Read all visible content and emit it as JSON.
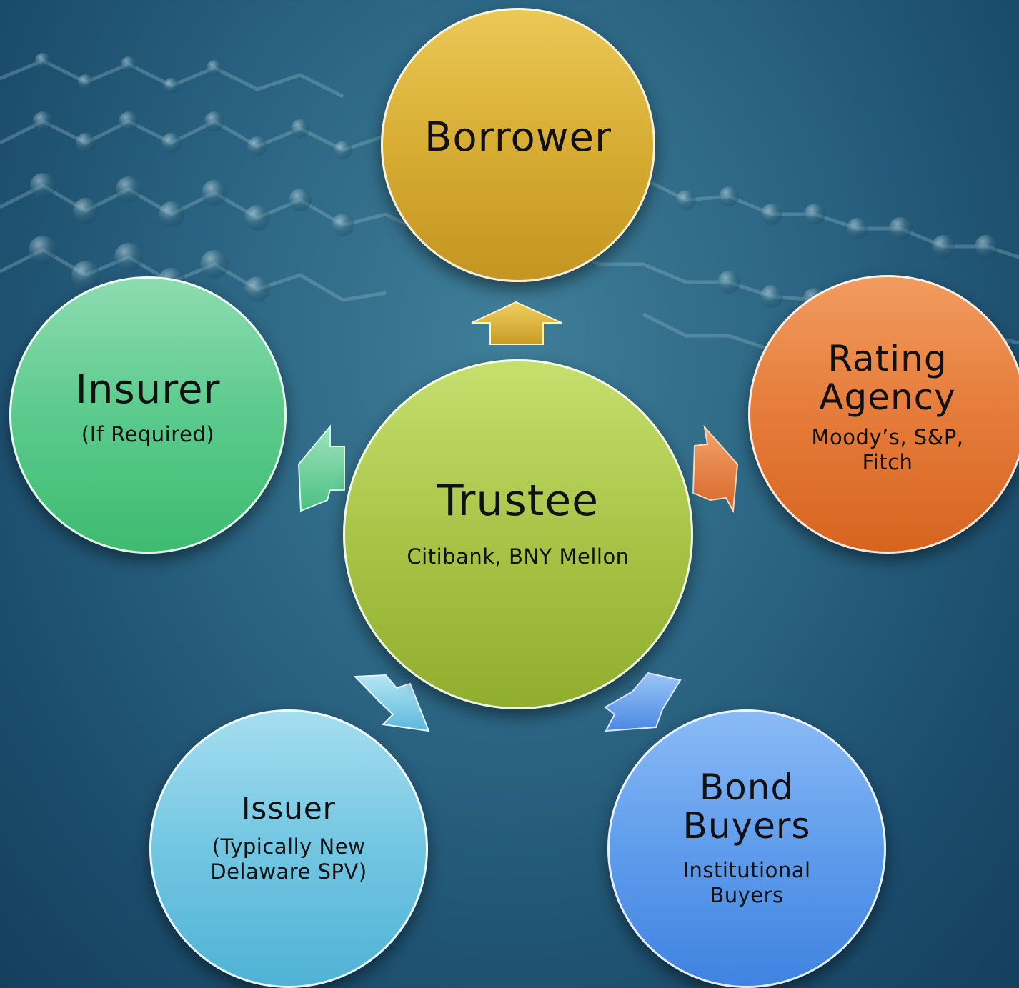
{
  "nodes": {
    "borrower": {
      "title": "Borrower",
      "subtitle": ""
    },
    "trustee": {
      "title": "Trustee",
      "subtitle": "Citibank, BNY Mellon"
    },
    "insurer": {
      "title": "Insurer",
      "subtitle": "(If Required)"
    },
    "rating": {
      "title_line1": "Rating",
      "title_line2": "Agency",
      "sub_line1": "Moody’s, S&P,",
      "sub_line2": "Fitch"
    },
    "issuer": {
      "title": "Issuer",
      "sub_line1": "(Typically New",
      "sub_line2": "Delaware SPV)"
    },
    "buyers": {
      "title_line1": "Bond",
      "title_line2": "Buyers",
      "sub_line1": "Institutional",
      "sub_line2": "Buyers"
    }
  },
  "colors": {
    "borrower": "#d7ad33",
    "trustee": "#a8c548",
    "insurer": "#5bca8c",
    "rating": "#e57b3a",
    "issuer": "#72c6e2",
    "buyers": "#5f9cec",
    "background": "#2c6684"
  }
}
